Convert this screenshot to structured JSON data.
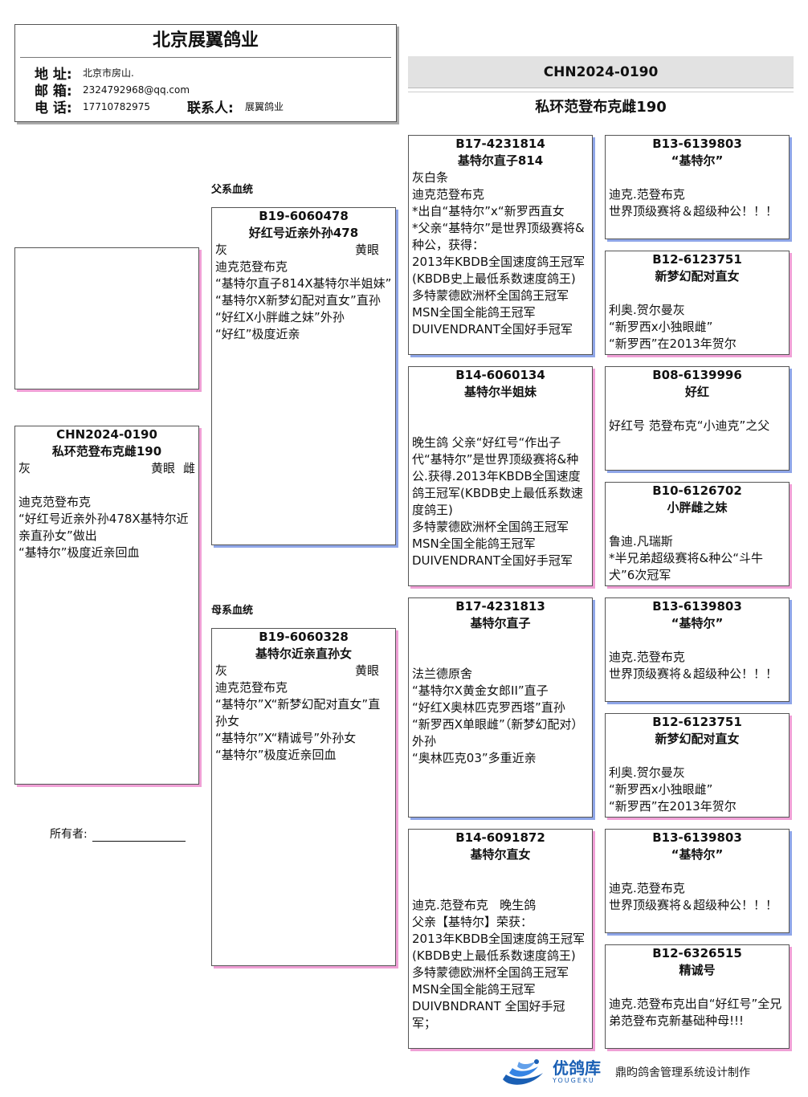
{
  "header": {
    "title": "北京展翼鸽业",
    "address_label": "地 址:",
    "address": "北京市房山.",
    "email_label": "邮 箱:",
    "email": "2324792968@qq.com",
    "phone_label": "电 话:",
    "phone": "17710782975",
    "contact_label": "联系人:",
    "contact": "展翼鸽业"
  },
  "top": {
    "ring": "CHN2024-0190",
    "name": "私环范登布克雌190"
  },
  "labels": {
    "sire_line": "父系血统",
    "dam_line": "母系血统",
    "owner": "所有者:"
  },
  "subject": {
    "ring": "CHN2024-0190",
    "name": "私环范登布克雌190",
    "color": "灰",
    "eye": "黄眼",
    "sex": "雌",
    "desc": "迪克范登布克\n“好红号近亲外孙478X基特尔近亲直孙女”做出\n“基特尔”极度近亲回血"
  },
  "sire": {
    "ring": "B19-6060478",
    "name": "好红号近亲外孙478",
    "color": "灰",
    "eye": "黄眼",
    "desc": "迪克范登布克\n“基特尔直子814X基特尔半姐妹”\n“基特尔X新梦幻配对直女”直孙\n“好红X小胖雌之妹”外孙\n“好红”极度近亲"
  },
  "dam": {
    "ring": "B19-6060328",
    "name": "基特尔近亲直孙女",
    "color": "灰",
    "eye": "黄眼",
    "desc": "迪克范登布克\n“基特尔”X“新梦幻配对直女”直孙女\n“基特尔”X“精诚号”外孙女\n“基特尔”极度近亲回血"
  },
  "gp": [
    {
      "ring": "B17-4231814",
      "name": "基特尔直子814",
      "desc": "灰白条\n迪克范登布克\n*出自“基特尔”x“新罗西直女\n*父亲“基特尔”是世界顶级赛将&种公，获得：\n2013年KBDB全国速度鸽王冠军(KBDB史上最低系数速度鸽王)\n多特蒙德欧洲杯全国鸽王冠军\nMSN全国全能鸽王冠军\nDUIVENDRANT全国好手冠军"
    },
    {
      "ring": "B14-6060134",
      "name": "基特尔半姐妹",
      "desc": "\n\n晚生鸽 父亲“好红号“作出子代“基特尔”是世界顶级赛将&种公.获得.2013年KBDB全国速度鸽王冠军(KBDB史上最低系数速度鸽王)\n多特蒙德欧洲杯全国鸽王冠军\nMSN全国全能鸽王冠军\nDUIVENDRANT全国好手冠军"
    },
    {
      "ring": "B17-4231813",
      "name": "基特尔直子",
      "desc": "\n\n法兰德原舍\n“基特尔X黄金女郎II”直子\n“好红X奥林匹克罗西塔”直孙\n“新罗西X单眼雌”（新梦幻配对）外孙\n“奥林匹克03”多重近亲"
    },
    {
      "ring": "B14-6091872",
      "name": "基特尔直女",
      "desc": "\n\n迪克.范登布克   晚生鸽\n父亲【基特尔】荣获：\n2013年KBDB全国速度鸽王冠军\n(KBDB史上最低系数速度鸽王)\n多特蒙德欧洲杯全国鸽王冠军\nMSN全国全能鸽王冠军\nDUIVBNDRANT 全国好手冠军；"
    }
  ],
  "ggp": [
    {
      "ring": "B13-6139803",
      "name": "“基特尔”",
      "desc": "\n迪克.范登布克\n世界顶级赛将＆超级种公！！！"
    },
    {
      "ring": "B12-6123751",
      "name": "新梦幻配对直女",
      "desc": "\n利奥.贺尔曼灰\n“新罗西x小独眼雌”\n“新罗西”在2013年贺尔"
    },
    {
      "ring": "B08-6139996",
      "name": "好红",
      "desc": "\n好红号 范登布克“小迪克”之父"
    },
    {
      "ring": "B10-6126702",
      "name": "小胖雌之妹",
      "desc": "\n鲁迪.凡瑞斯\n*半兄弟超级赛将&种公“斗牛犬”6次冠军"
    },
    {
      "ring": "B13-6139803",
      "name": "“基特尔”",
      "desc": "\n迪克.范登布克\n世界顶级赛将＆超级种公！！！"
    },
    {
      "ring": "B12-6123751",
      "name": "新梦幻配对直女",
      "desc": "\n利奥.贺尔曼灰\n“新罗西x小独眼雌”\n“新罗西”在2013年贺尔"
    },
    {
      "ring": "B13-6139803",
      "name": "“基特尔”",
      "desc": "\n迪克.范登布克\n世界顶级赛将＆超级种公！！！"
    },
    {
      "ring": "B12-6326515",
      "name": "精诚号",
      "desc": "\n迪克.范登布克出自“好红号”全兄弟范登布克新基础种母!!!"
    }
  ],
  "footer": {
    "logo_cn": "优鸽库",
    "logo_en": "YOUGEKU",
    "credit": "鼎昀鸽舍管理系统设计制作"
  }
}
